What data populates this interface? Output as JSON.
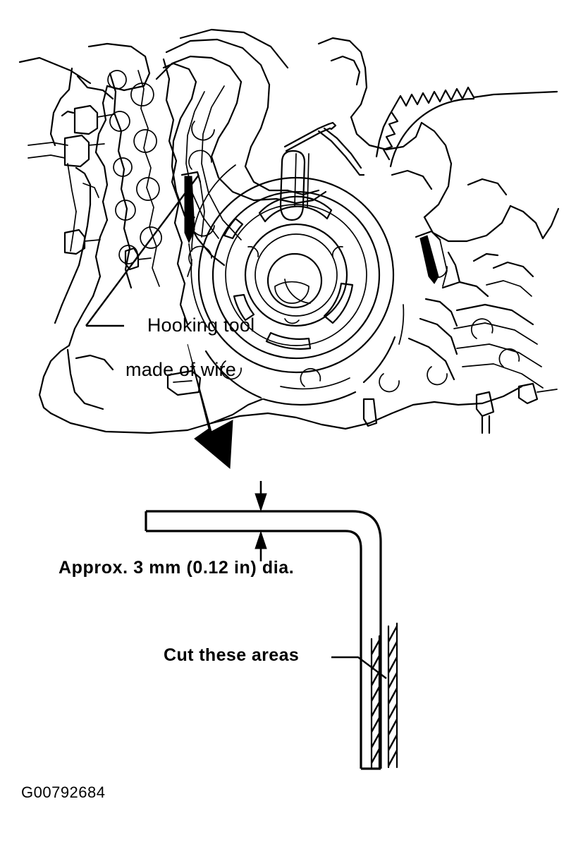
{
  "figure": {
    "id_caption": "G00792684",
    "subject": "engine timing cover / oil pump area with hooking tool",
    "background_color": "#ffffff",
    "line_color": "#000000"
  },
  "annotations": {
    "hooking_tool": {
      "line1": "Hooking tool",
      "line2": "made of wire",
      "leader": "points up-right to wire tool held at the cover"
    },
    "dimension": {
      "text": "Approx. 3 mm (0.12 in) dia.",
      "value_mm": 3,
      "value_in": 0.12,
      "measures": "wire diameter"
    },
    "cut_areas": {
      "text": "Cut these areas",
      "leader": "points right to hatched strips on the tool leg"
    }
  },
  "detail_view": {
    "name": "wire hooking tool",
    "shape": "L-shaped bent rod",
    "horizontal_leg": "top left arm",
    "vertical_leg": "long downward arm",
    "hatched_regions": 2
  },
  "icons": {
    "down_arrow": "large solid black arrow pointing down-right from the engine view to the tool detail view",
    "dimension_arrows": "pair of opposed arrowheads marking wire diameter"
  }
}
